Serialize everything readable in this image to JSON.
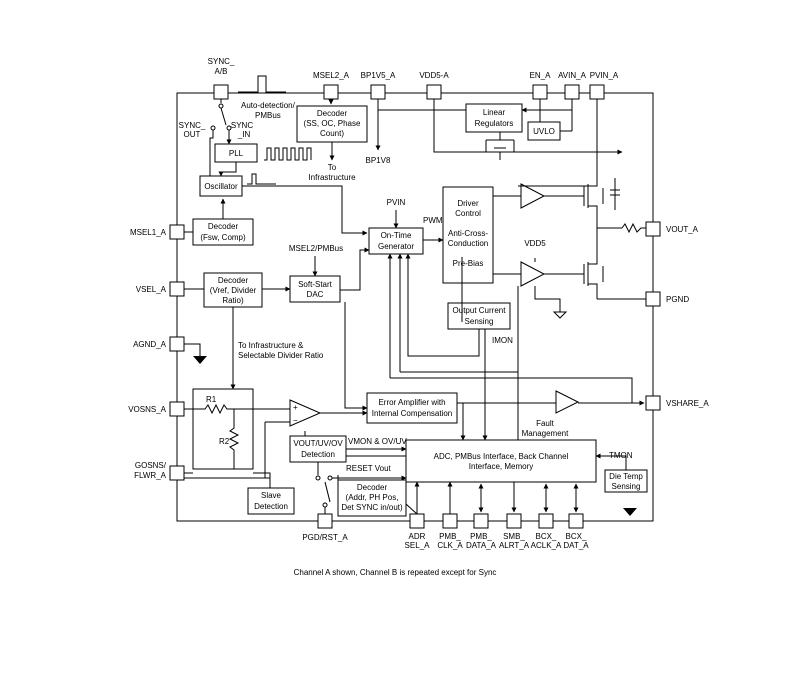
{
  "pins": {
    "sync_ab": [
      "SYNC_",
      "A/B"
    ],
    "msel2_a": "MSEL2_A",
    "bp1v5_a": "BP1V5_A",
    "vdd5_a": "VDD5-A",
    "en_a": "EN_A",
    "avin_a": "AVIN_A",
    "pvin_a": "PVIN_A",
    "msel1_a": "MSEL1_A",
    "vsel_a": "VSEL_A",
    "agnd_a": "AGND_A",
    "vosns_a": "VOSNS_A",
    "gosns_flwr_a": [
      "GOSNS/",
      "FLWR_A"
    ],
    "pgd_rst_a": "PGD/RST_A",
    "vout_a": "VOUT_A",
    "pgnd": "PGND",
    "vshare_a": "VSHARE_A",
    "adr_sel_a": [
      "ADR",
      "SEL_A"
    ],
    "pmb_clk_a": [
      "PMB_",
      "CLK_A"
    ],
    "pmb_data_a": [
      "PMB_",
      "DATA_A"
    ],
    "smb_alrt_a": [
      "SMB_",
      "ALRT_A"
    ],
    "bcx_aclk_a": [
      "BCX_",
      "ACLK_A"
    ],
    "bcx_dat_a": [
      "BCX_",
      "DAT_A"
    ]
  },
  "blocks": {
    "decoder_top": [
      "Decoder",
      "(SS, OC, Phase",
      "Count)"
    ],
    "linear_regulators": [
      "Linear",
      "Regulators"
    ],
    "uvlo": "UVLO",
    "pll": "PLL",
    "oscillator": "Oscillator",
    "decoder_fsw": [
      "Decoder",
      "(Fsw, Comp)"
    ],
    "on_time_generator": [
      "On-Time",
      "Generator"
    ],
    "driver_control": [
      "Driver",
      "Control",
      "Anti-Cross-",
      "Conduction",
      "Pre-Bias"
    ],
    "decoder_vref": [
      "Decoder",
      "(Vref, Divider",
      "Ratio)"
    ],
    "soft_start_dac": [
      "Soft-Start",
      "DAC"
    ],
    "output_current_sensing": [
      "Output Current",
      "Sensing"
    ],
    "error_amplifier": [
      "Error Amplifier with",
      "Internal Compensation"
    ],
    "vout_uv_ov_detection": [
      "VOUT/UV/OV",
      "Detection"
    ],
    "adc_pmbus": [
      "ADC, PMBus Interface, Back Channel",
      "Interface,  Memory"
    ],
    "die_temp_sensing": [
      "Die Temp",
      "Sensing"
    ],
    "slave_detection": [
      "Slave",
      "Detection"
    ],
    "decoder_addr": [
      "Decoder",
      "(Addr, PH Pos,",
      "Det SYNC in/out)"
    ]
  },
  "labels": {
    "auto_detection": [
      "Auto-detection/",
      "PMBus"
    ],
    "sync_out": [
      "SYNC_",
      "OUT"
    ],
    "sync_in": [
      "SYNC",
      "_IN"
    ],
    "to_infrastructure": [
      "To",
      "Infrastructure"
    ],
    "bp1v8": "BP1V8",
    "pvin": "PVIN",
    "pwm": "PWM",
    "vdd5": "VDD5",
    "msel2_pmbus": "MSEL2/PMBus",
    "imon": "IMON",
    "to_infrastructure_divider": [
      "To Infrastructure &",
      "Selectable Divider Ratio"
    ],
    "r1": "R1",
    "r2": "R2",
    "fault_management": [
      "Fault",
      "Management"
    ],
    "vmon_ov_uv": "VMON & OV/UV",
    "tmon": "TMON",
    "reset_vout": "RESET Vout"
  },
  "caption": "Channel A shown, Channel B is repeated except for Sync"
}
